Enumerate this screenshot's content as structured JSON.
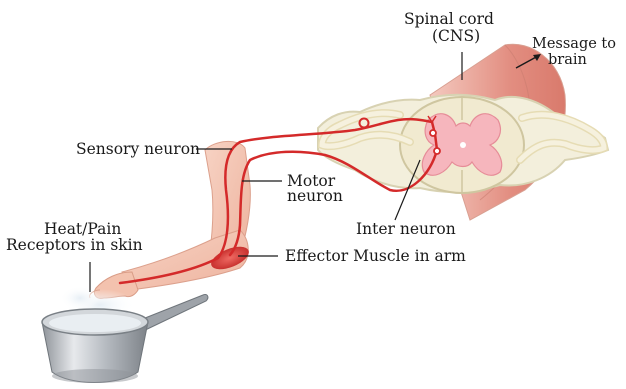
{
  "labels": {
    "spinal_cord": "Spinal cord",
    "cns": "(CNS)",
    "message_line1": "Message to",
    "message_line2": "brain",
    "sensory_neuron": "Sensory neuron",
    "motor_line1": "Motor",
    "motor_line2": "neuron",
    "inter_neuron": "Inter neuron",
    "heat_line1": "Heat/Pain",
    "heat_line2": "Receptors in skin",
    "effector": "Effector Muscle in arm"
  },
  "colors": {
    "nerve": "#d42a2a",
    "skin": "#f2c4b2",
    "skin_dark": "#e8a690",
    "cord_muscle": "#e69b8f",
    "grey_matter": "#f6b6bd",
    "white_matter": "#f2ecd6",
    "pot": "#b9bdc2"
  }
}
